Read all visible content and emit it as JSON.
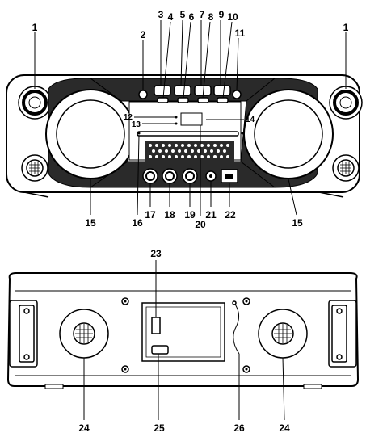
{
  "front_view": {
    "callouts": {
      "c1a": "1",
      "c1b": "1",
      "c2": "2",
      "c3": "3",
      "c4": "4",
      "c5": "5",
      "c6": "6",
      "c7": "7",
      "c8": "8",
      "c9": "9",
      "c10": "10",
      "c11": "11",
      "c12": "12",
      "c13": "13",
      "c14": "14",
      "c15a": "15",
      "c15b": "15",
      "c16": "16",
      "c17": "17",
      "c18": "18",
      "c19": "19",
      "c20": "20",
      "c21": "21",
      "c22": "22"
    }
  },
  "back_view": {
    "callouts": {
      "c23": "23",
      "c24a": "24",
      "c24b": "24",
      "c25": "25",
      "c26": "26"
    }
  }
}
